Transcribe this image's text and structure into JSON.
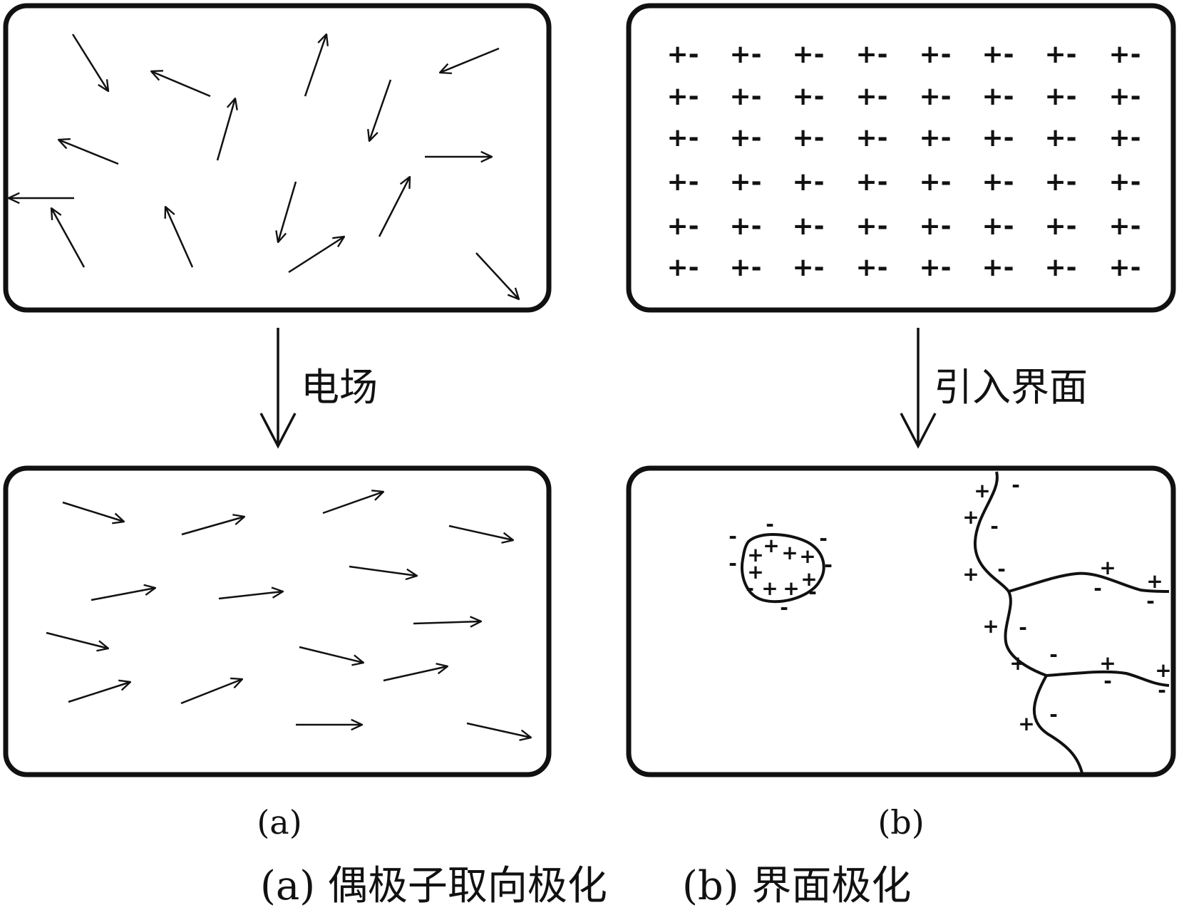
{
  "panel_a": {
    "transition_label": "电场",
    "sub_label": "(a)"
  },
  "panel_b": {
    "transition_label": "引入界面",
    "sub_label": "(b)",
    "dipole_symbol": "+-",
    "plus_symbol": "+",
    "minus_symbol": "-"
  },
  "caption": {
    "a": "(a) 偶极子取向极化",
    "b": "(b) 界面极化"
  },
  "colors": {
    "ink": "#111111",
    "background": "#ffffff"
  }
}
